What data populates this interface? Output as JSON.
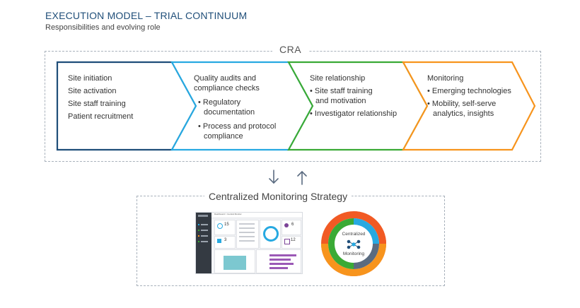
{
  "header": {
    "title": "EXECUTION MODEL – TRIAL CONTINUUM",
    "subtitle": "Responsibilities and evolving role"
  },
  "cra": {
    "label": "CRA",
    "stages": [
      {
        "color": "#1f4e79",
        "lines": [
          "Site initiation",
          "Site activation",
          "Site staff training",
          "Patient recruitment"
        ],
        "bullets": []
      },
      {
        "color": "#27a9e1",
        "lines": [
          "Quality audits and",
          "compliance checks"
        ],
        "bullets": [
          [
            "Regulatory",
            "documentation"
          ],
          [
            "Process and protocol",
            "compliance"
          ]
        ]
      },
      {
        "color": "#3aaa35",
        "lines": [
          "Site relationship"
        ],
        "bullets": [
          [
            "Site staff training",
            "and motivation"
          ],
          [
            "Investigator relationship"
          ]
        ]
      },
      {
        "color": "#f7941d",
        "lines": [
          "Monitoring"
        ],
        "bullets": [
          [
            "Emerging technologies"
          ],
          [
            "Mobility, self-serve",
            "analytics, insights"
          ]
        ]
      }
    ]
  },
  "flow": {
    "down_icon": "arrow-down-icon",
    "up_icon": "arrow-up-icon",
    "color": "#5a6b80"
  },
  "cms": {
    "label": "Centralized Monitoring Strategy",
    "dashboard": {
      "breadcrumb": "Dashboard > Central Monitor",
      "kpis": [
        "15",
        "6",
        "3",
        "12"
      ]
    },
    "wheel": {
      "center_line1": "Centralized",
      "center_line2": "Monitoring",
      "icon": "network-icon",
      "ring_colors": [
        "#f15a24",
        "#27a9e1",
        "#5a6b80",
        "#f7941d",
        "#3aaa35"
      ]
    }
  }
}
